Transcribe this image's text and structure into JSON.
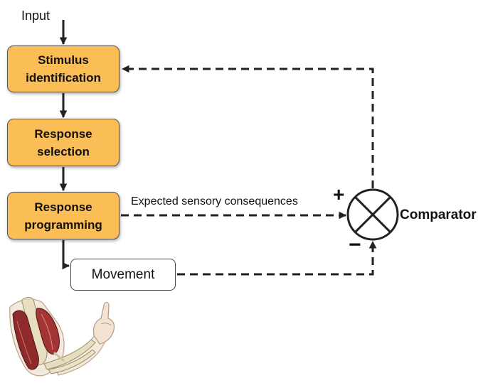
{
  "input_label": "Input",
  "stages": {
    "stimulus_identification": "Stimulus\nidentification",
    "response_selection": "Response\nselection",
    "response_programming": "Response\nprogramming"
  },
  "movement_label": "Movement",
  "expected_label": "Expected sensory consequences",
  "comparator": {
    "label": "Comparator",
    "plus_sign": "+",
    "minus_sign": "−"
  },
  "colors": {
    "stage_fill": "#fbbd55",
    "stage_border": "#555555",
    "arrow": "#222222"
  }
}
